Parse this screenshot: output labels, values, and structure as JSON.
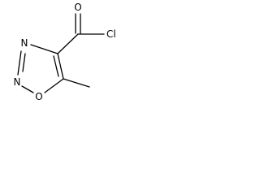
{
  "structure": {
    "atoms": {
      "n3": "N",
      "n2": "N",
      "o1": "O",
      "o_carbonyl": "O",
      "cl": "Cl"
    }
  }
}
